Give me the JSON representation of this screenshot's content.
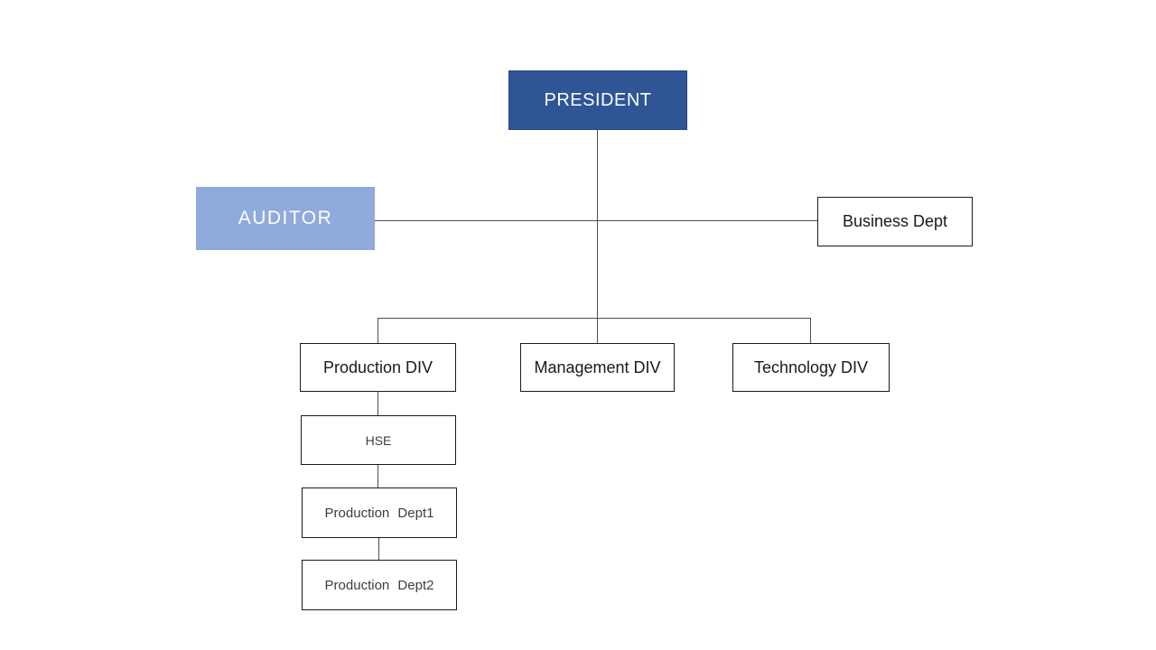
{
  "diagram": {
    "type": "org-chart",
    "nodes": {
      "president": {
        "label": "PRESIDENT",
        "fill": "#2F5597",
        "text_color": "#FFFFFF"
      },
      "auditor": {
        "label": "AUDITOR",
        "fill": "#8FAADC",
        "text_color": "#FFFFFF"
      },
      "business": {
        "label": "Business Dept",
        "fill": "#FFFFFF",
        "text_color": "#1a1a1a"
      },
      "production": {
        "label": "Production DIV",
        "fill": "#FFFFFF",
        "text_color": "#1a1a1a"
      },
      "management": {
        "label": "Management DIV",
        "fill": "#FFFFFF",
        "text_color": "#1a1a1a"
      },
      "technology": {
        "label": "Technology DIV",
        "fill": "#FFFFFF",
        "text_color": "#1a1a1a"
      },
      "hse": {
        "label": "HSE",
        "fill": "#FFFFFF",
        "text_color": "#3d3d3d"
      },
      "dept1": {
        "label": "Production Dept1",
        "fill": "#FFFFFF",
        "text_color": "#3d3d3d"
      },
      "dept2": {
        "label": "Production Dept2",
        "fill": "#FFFFFF",
        "text_color": "#3d3d3d"
      }
    },
    "edges": [
      {
        "from": "president",
        "to": "management"
      },
      {
        "from": "auditor",
        "to": "business"
      },
      {
        "from": "president",
        "to": "production"
      },
      {
        "from": "president",
        "to": "technology"
      },
      {
        "from": "production",
        "to": "hse"
      },
      {
        "from": "hse",
        "to": "dept1"
      },
      {
        "from": "dept1",
        "to": "dept2"
      }
    ],
    "colors": {
      "president_fill": "#2F5597",
      "auditor_fill": "#8FAADC",
      "node_border": "#1a1a1a",
      "connector_line": "#4D4D4D",
      "background": "#FFFFFF"
    }
  }
}
